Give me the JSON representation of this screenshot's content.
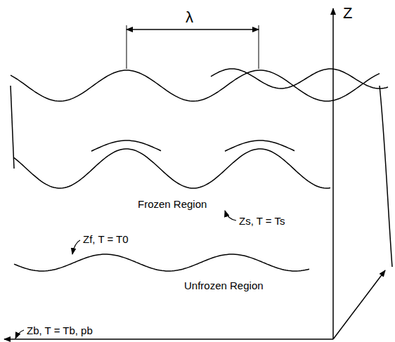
{
  "diagram": {
    "labels": [
      "λ",
      "Z",
      "Frozen Region",
      "Zs, T = Ts",
      "Zf, T = T0",
      "Unfrozen Region",
      "Zb, T = Tb, pb"
    ]
  }
}
